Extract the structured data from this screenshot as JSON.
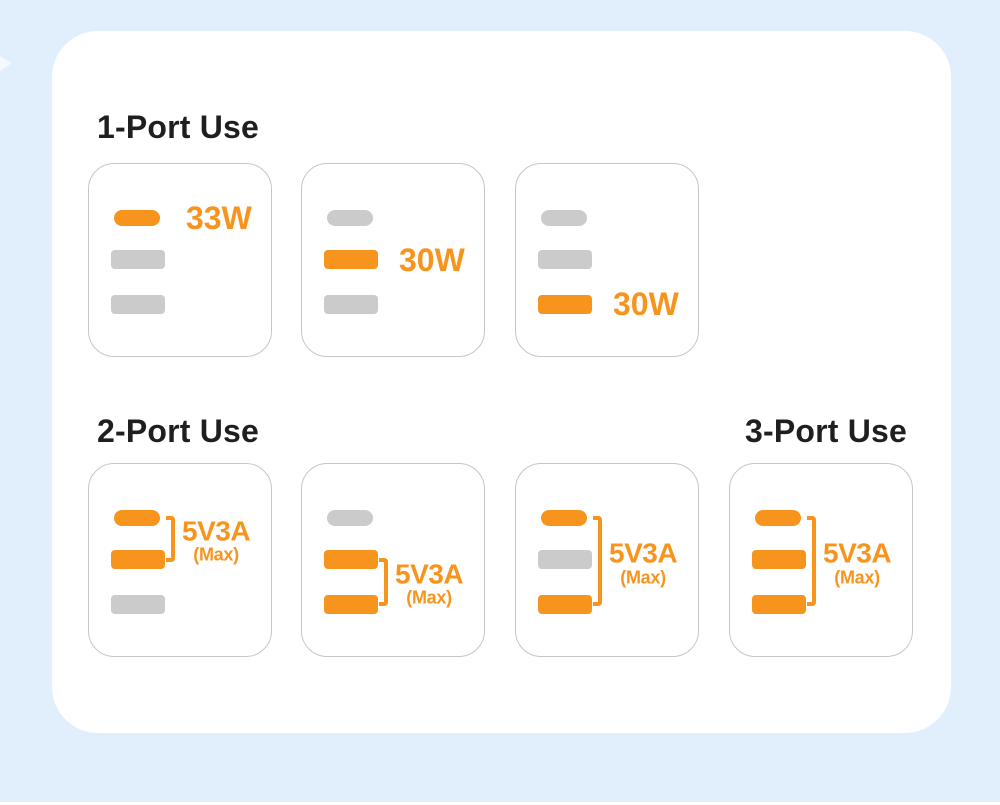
{
  "page": {
    "background_color": "#E1EFFC",
    "panel_color": "#FFFFFF",
    "accent_color": "#F7941E",
    "inactive_port_color": "#CBCBCB",
    "card_border_color": "#C6C6C6",
    "heading_color": "#1F1F1F"
  },
  "sections": [
    {
      "title": "1-Port Use"
    },
    {
      "title": "2-Port Use"
    },
    {
      "title": "3-Port Use"
    }
  ],
  "cards": [
    {
      "section": "1-Port Use",
      "ports": [
        {
          "type": "usb-c",
          "active": true,
          "wattage": "33W"
        },
        {
          "type": "usb-a",
          "active": false
        },
        {
          "type": "usb-a",
          "active": false
        }
      ]
    },
    {
      "section": "1-Port Use",
      "ports": [
        {
          "type": "usb-c",
          "active": false
        },
        {
          "type": "usb-a",
          "active": true,
          "wattage": "30W"
        },
        {
          "type": "usb-a",
          "active": false
        }
      ]
    },
    {
      "section": "1-Port Use",
      "ports": [
        {
          "type": "usb-c",
          "active": false
        },
        {
          "type": "usb-a",
          "active": false
        },
        {
          "type": "usb-a",
          "active": true,
          "wattage": "30W"
        }
      ]
    },
    {
      "section": "2-Port Use",
      "ports": [
        {
          "type": "usb-c",
          "active": true
        },
        {
          "type": "usb-a",
          "active": true
        },
        {
          "type": "usb-a",
          "active": false
        }
      ],
      "bracket": {
        "from": 0,
        "to": 1,
        "label": "5V3A",
        "sublabel": "(Max)"
      }
    },
    {
      "section": "2-Port Use",
      "ports": [
        {
          "type": "usb-c",
          "active": false
        },
        {
          "type": "usb-a",
          "active": true
        },
        {
          "type": "usb-a",
          "active": true
        }
      ],
      "bracket": {
        "from": 1,
        "to": 2,
        "label": "5V3A",
        "sublabel": "(Max)"
      }
    },
    {
      "section": "2-Port Use",
      "ports": [
        {
          "type": "usb-c",
          "active": true
        },
        {
          "type": "usb-a",
          "active": false
        },
        {
          "type": "usb-a",
          "active": true
        }
      ],
      "bracket": {
        "from": 0,
        "to": 2,
        "label": "5V3A",
        "sublabel": "(Max)"
      }
    },
    {
      "section": "3-Port Use",
      "ports": [
        {
          "type": "usb-c",
          "active": true
        },
        {
          "type": "usb-a",
          "active": true
        },
        {
          "type": "usb-a",
          "active": true
        }
      ],
      "bracket": {
        "from": 0,
        "to": 2,
        "label": "5V3A",
        "sublabel": "(Max)"
      }
    }
  ]
}
